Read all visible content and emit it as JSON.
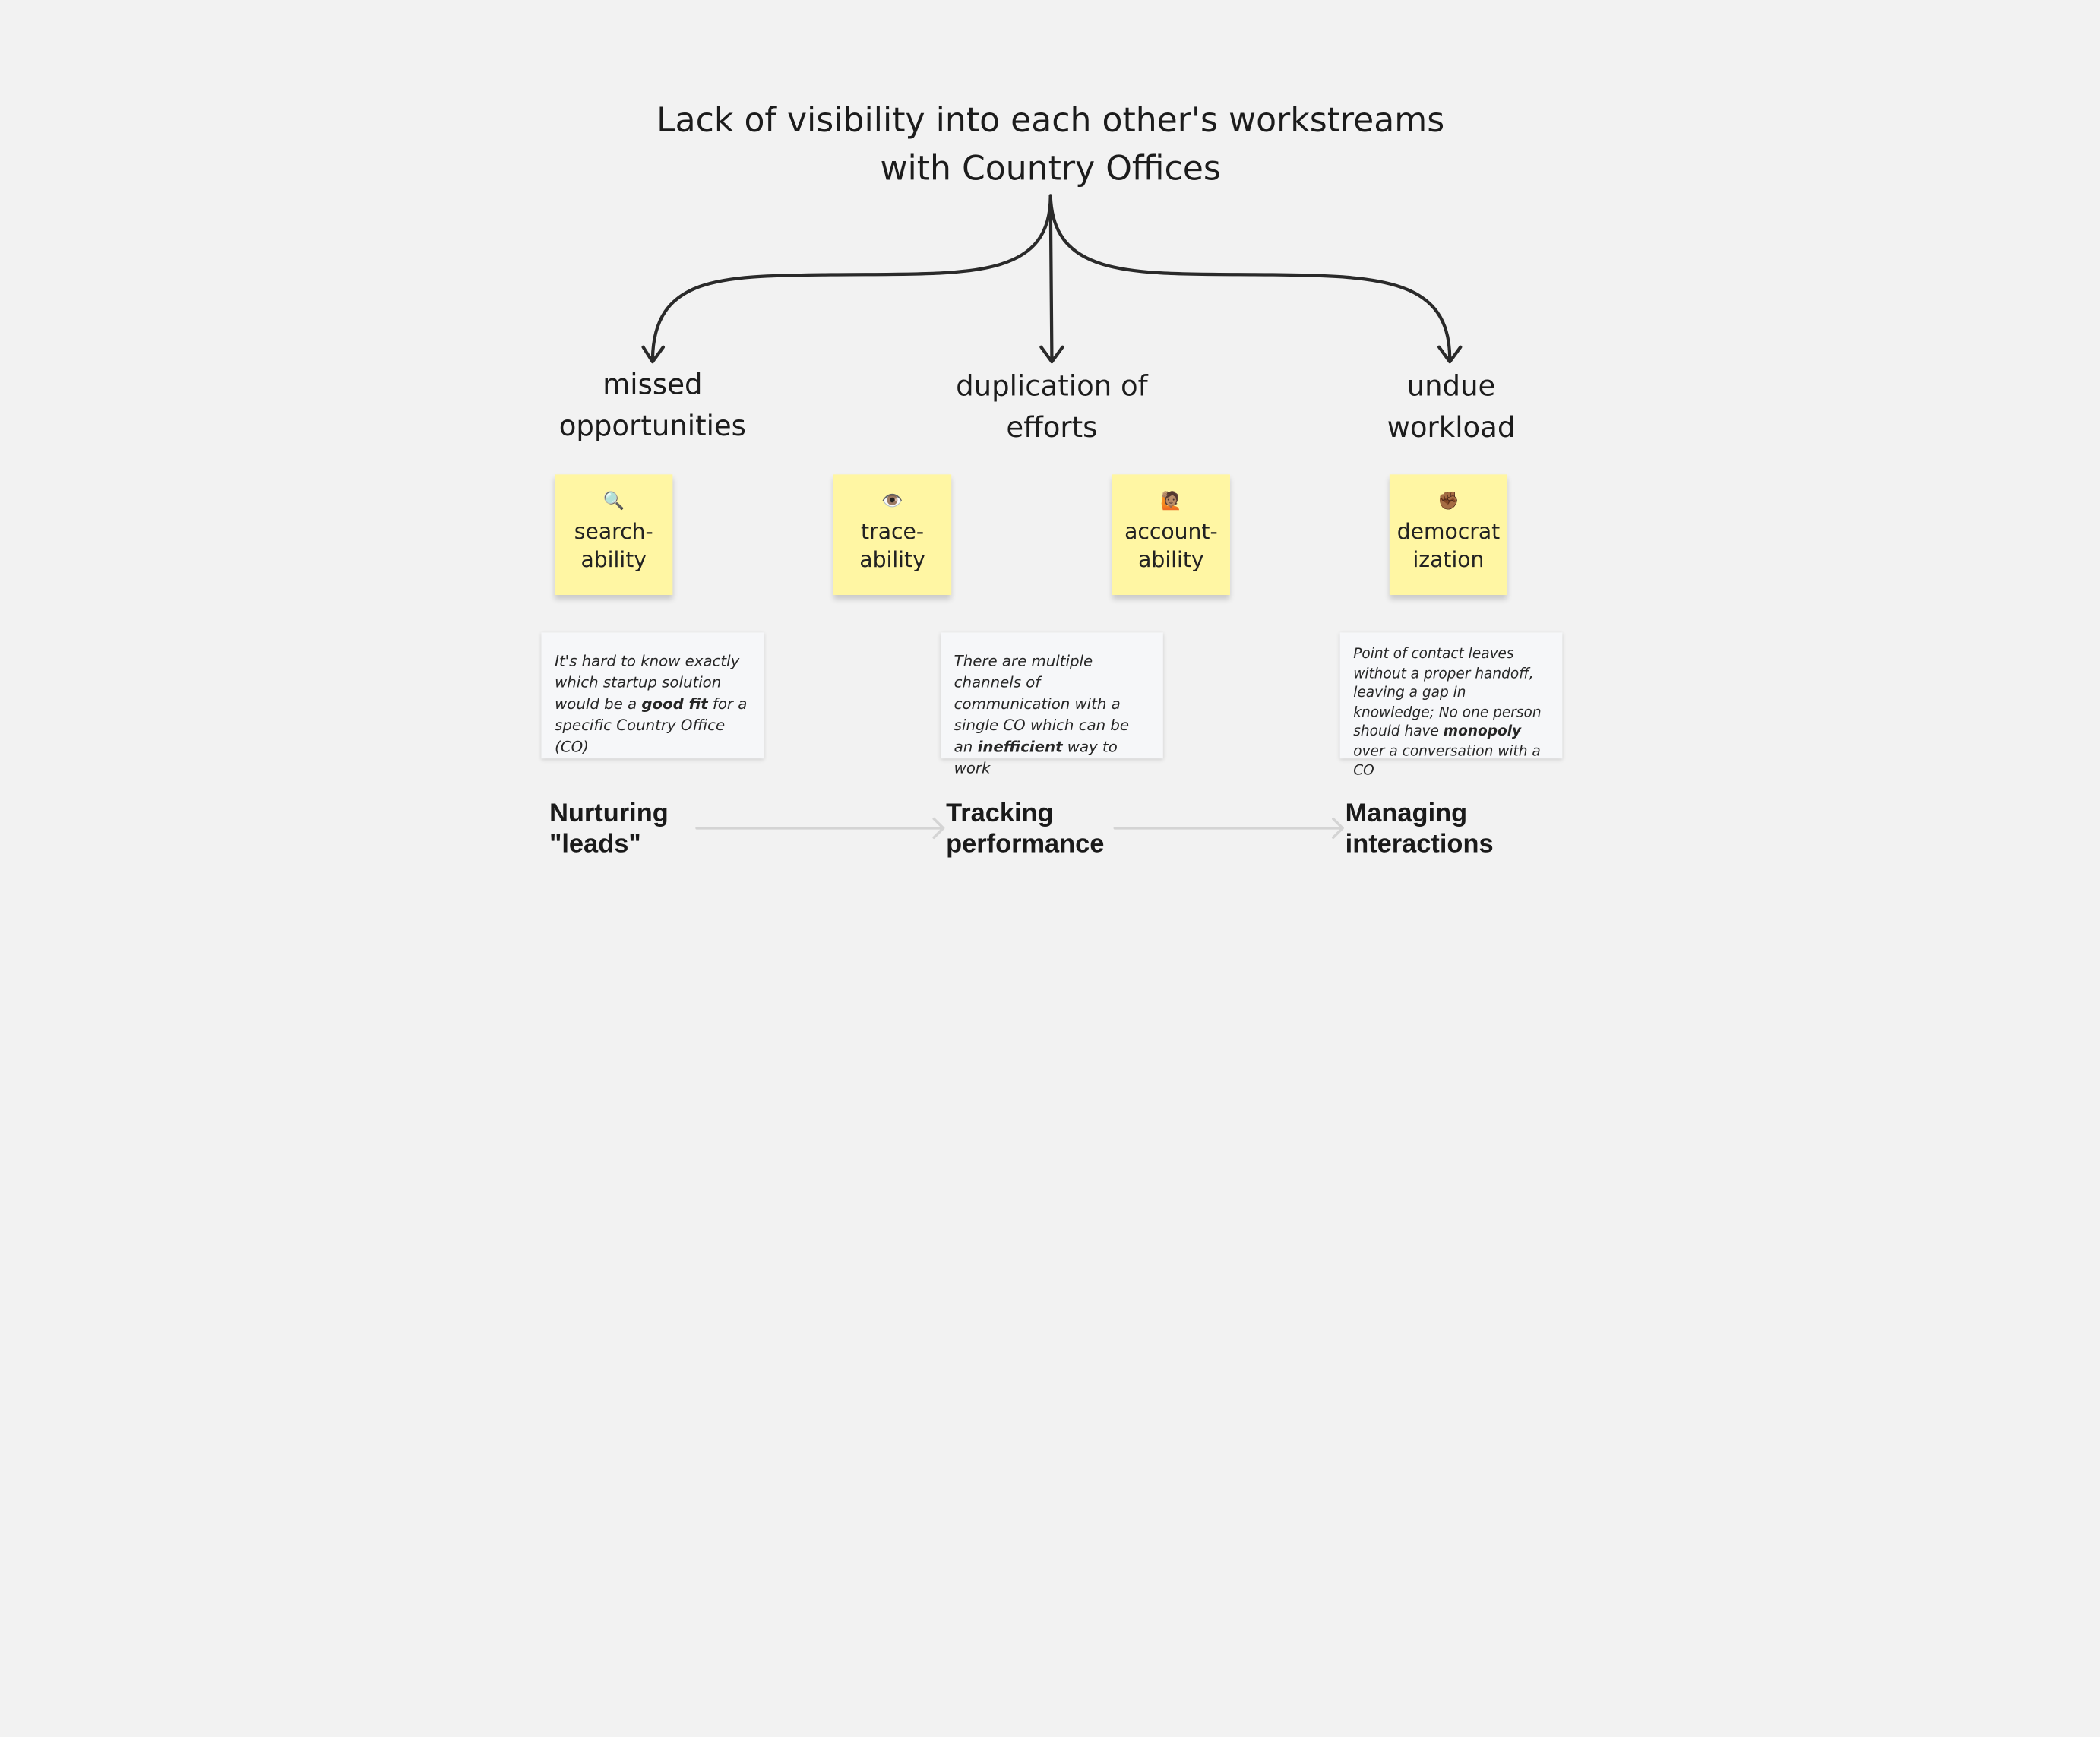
{
  "title": "Lack of visibility into each other's workstreams\nwith Country Offices",
  "branches": [
    {
      "label": "missed\nopportunities"
    },
    {
      "label": "duplication of\nefforts"
    },
    {
      "label": "undue\nworkload"
    }
  ],
  "stickies": [
    {
      "emoji": "🔍",
      "icon": "magnifying-glass",
      "label": "search-\nability"
    },
    {
      "emoji": "👁️",
      "icon": "eye",
      "label": "trace-\nability"
    },
    {
      "emoji": "🙋🏽",
      "icon": "raising-hand-person",
      "label": "account-\nability"
    },
    {
      "emoji": "✊🏾",
      "icon": "raised-fist",
      "label": "democrat\nization"
    }
  ],
  "notes": [
    {
      "before": "It's hard to know exactly which startup solution would be a ",
      "bold": "good fit",
      "after": " for a specific Country Office (CO)"
    },
    {
      "before": "There are  multiple channels of communication with a single CO which can be an ",
      "bold": "inefficient",
      "after": " way to work"
    },
    {
      "before": "Point of contact leaves without a proper handoff, leaving a gap in knowledge; No one person should have ",
      "bold": "monopoly",
      "after": " over a conversation with a CO"
    }
  ],
  "stages": [
    {
      "label": "Nurturing\n\"leads\""
    },
    {
      "label": "Tracking\nperformance"
    },
    {
      "label": "Managing\ninteractions"
    }
  ],
  "colors": {
    "background": "#f2f2f2",
    "sticky": "#fff6a3",
    "note": "#f6f7f9",
    "arrow": "#2a2a2a",
    "connector": "#d4d4d4"
  }
}
